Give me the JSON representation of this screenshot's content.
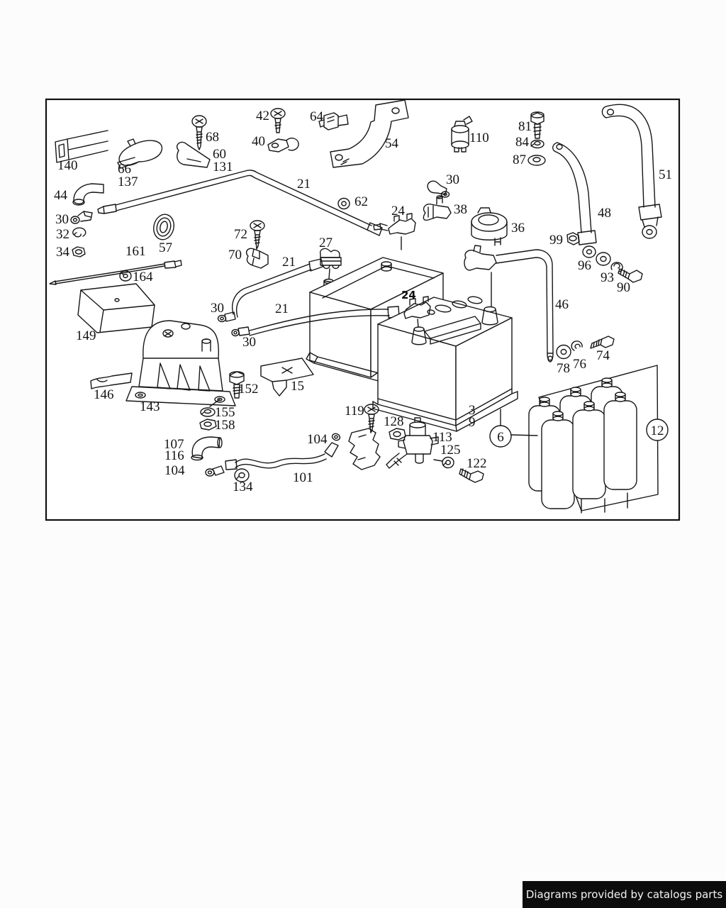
{
  "page": {
    "background": "#fcfcfc"
  },
  "diagram": {
    "type": "exploded-parts-diagram",
    "subject": "battery, battery cables, terminals, straps and mounting parts",
    "line_color": "#161616",
    "paper_color": "#ffffff",
    "labels": [
      "140",
      "66",
      "137",
      "68",
      "60",
      "131",
      "42",
      "40",
      "64",
      "54",
      "110",
      "81",
      "84",
      "87",
      "51",
      "48",
      "99",
      "96",
      "93",
      "90",
      "21",
      "62",
      "30",
      "32",
      "34",
      "44",
      "161",
      "57",
      "164",
      "72",
      "70",
      "27",
      "21",
      "24",
      "30",
      "38",
      "36",
      "46",
      "30",
      "21",
      "30",
      "149",
      "146",
      "143",
      "152",
      "155",
      "158",
      "15",
      "119",
      "128",
      "113",
      "125",
      "122",
      "3",
      "9",
      "107",
      "116",
      "104",
      "104",
      "134",
      "101",
      "24",
      "78",
      "76",
      "74"
    ],
    "callouts": [
      {
        "text": "6"
      },
      {
        "text": "12"
      }
    ]
  },
  "attribution": {
    "text": "Diagrams provided by catalogs parts",
    "background": "#0c0c0c",
    "color": "#f2f2f2"
  }
}
